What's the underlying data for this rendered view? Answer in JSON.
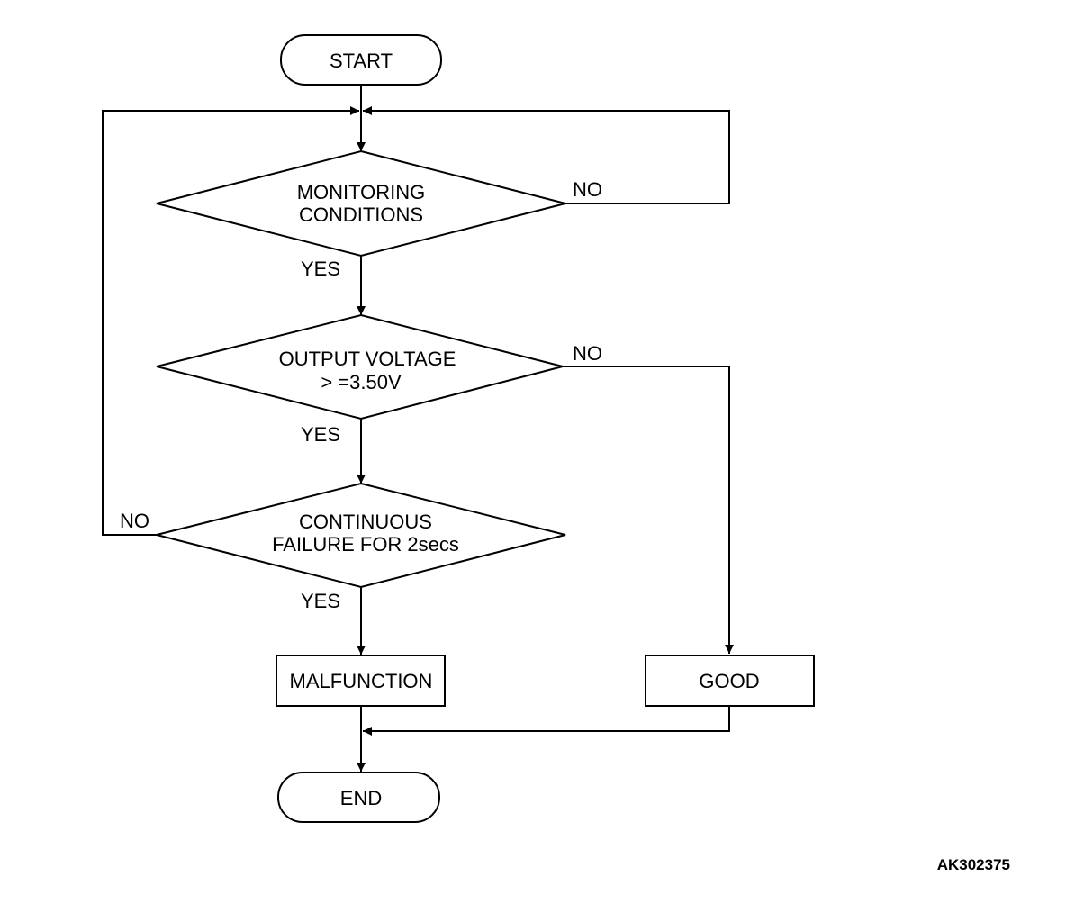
{
  "nodes": {
    "start": "START",
    "monitoring": [
      "MONITORING",
      "CONDITIONS"
    ],
    "voltage": [
      "OUTPUT VOLTAGE",
      "> =3.50V"
    ],
    "continuous": [
      "CONTINUOUS",
      "FAILURE FOR 2secs"
    ],
    "malfunction": "MALFUNCTION",
    "good": "GOOD",
    "end": "END"
  },
  "edge_labels": {
    "monitoring_no": "NO",
    "monitoring_yes": "YES",
    "voltage_no": "NO",
    "voltage_yes": "YES",
    "continuous_no": "NO",
    "continuous_yes": "YES"
  },
  "figure_code": "AK302375"
}
